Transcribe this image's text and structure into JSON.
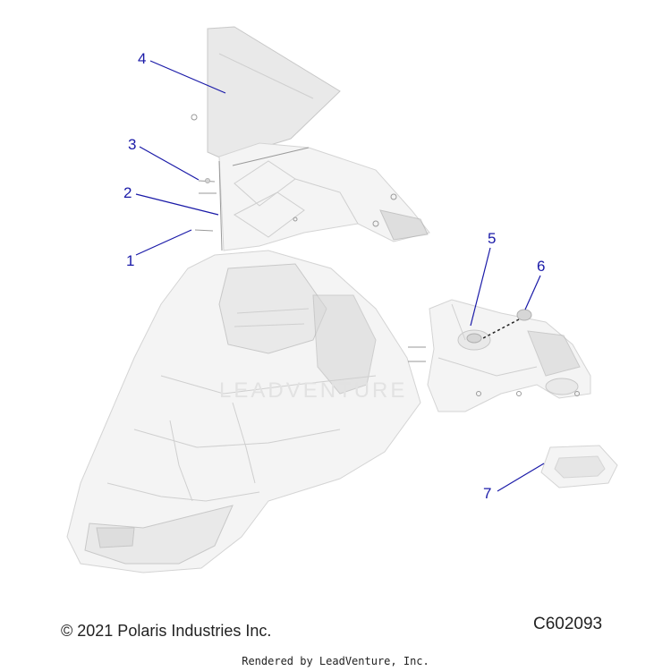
{
  "diagram": {
    "callouts": [
      {
        "number": "1"
      },
      {
        "number": "2"
      },
      {
        "number": "3"
      },
      {
        "number": "4"
      },
      {
        "number": "5"
      },
      {
        "number": "6"
      },
      {
        "number": "7"
      }
    ],
    "watermark": "LEADVENTURE"
  },
  "footer": {
    "copyright": "© 2021 Polaris Industries Inc.",
    "drawing_id": "C602093",
    "rendered_by": "Rendered by LeadVenture, Inc."
  },
  "colors": {
    "callout": "#1a1aa8",
    "part_fill": "#f4f4f4",
    "part_shade": "#d6d6d6",
    "text": "#222222"
  }
}
